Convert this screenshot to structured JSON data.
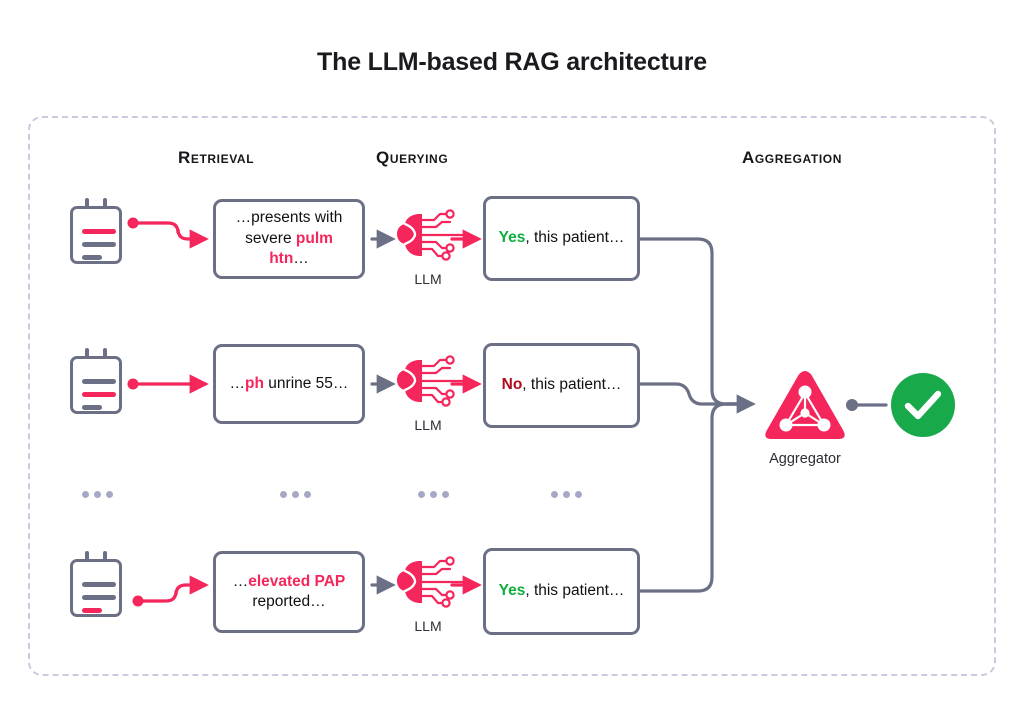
{
  "title": "The LLM-based RAG architecture",
  "colors": {
    "pink": "#f4265c",
    "gray_stroke": "#6c7086",
    "green": "#17a94a",
    "dark_red": "#b3091d",
    "answer_green": "#0fae3e",
    "dashed_border": "#c8cade",
    "dots": "#a6a8c6"
  },
  "stages": {
    "retrieval": "Retrieval",
    "querying": "Querying",
    "aggregation": "Aggregation"
  },
  "rows": [
    {
      "source_icon": "clipboard-icon",
      "highlighted_line_index": 1,
      "chunk": {
        "prefix": "…presents with severe ",
        "highlight": "pulm htn",
        "suffix": "…"
      },
      "model_label": "LLM",
      "model_icon": "brain-circuit-icon",
      "answer": {
        "verdict": "Yes",
        "verdict_tone": "green",
        "rest": ", this patient…"
      }
    },
    {
      "source_icon": "clipboard-icon",
      "highlighted_line_index": 2,
      "chunk": {
        "prefix": "…",
        "highlight": "ph",
        "suffix": " unrine 55…"
      },
      "model_label": "LLM",
      "model_icon": "brain-circuit-icon",
      "answer": {
        "verdict": "No",
        "verdict_tone": "red",
        "rest": ", this patient…"
      }
    },
    {
      "source_icon": "clipboard-icon",
      "highlighted_line_index": 3,
      "chunk": {
        "prefix": "…",
        "highlight": "elevated PAP",
        "suffix": " reported…"
      },
      "model_label": "LLM",
      "model_icon": "brain-circuit-icon",
      "answer": {
        "verdict": "Yes",
        "verdict_tone": "green",
        "rest": ", this patient…"
      }
    }
  ],
  "ellipsis": {
    "glyph": "•••",
    "count": 4
  },
  "aggregator": {
    "label": "Aggregator",
    "icon": "triangle-network-icon"
  },
  "result": {
    "icon": "green-check-circle-icon"
  }
}
